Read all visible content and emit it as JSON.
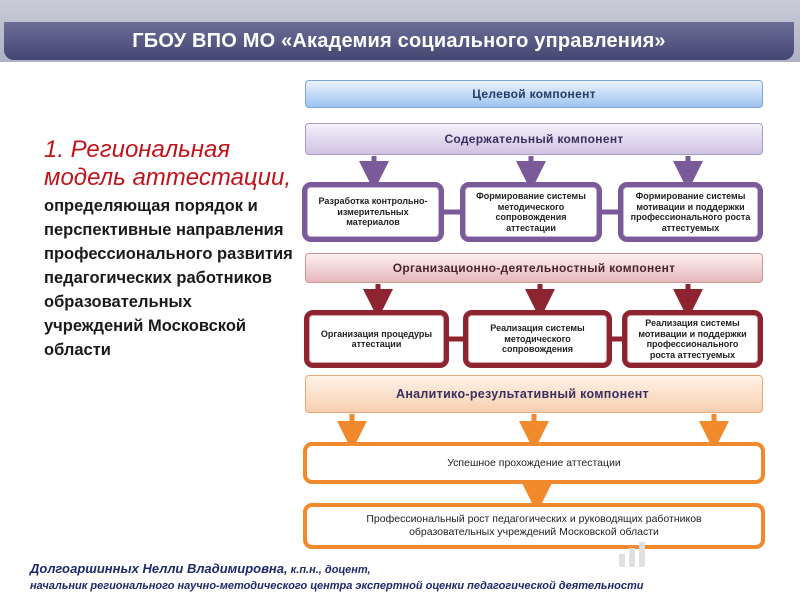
{
  "header": {
    "title": "ГБОУ ВПО МО «Академия социального управления»"
  },
  "left": {
    "model_title": "1. Региональная модель аттестации,",
    "model_desc": "определяющая порядок и перспективные направления профессионального развития педагогических работников образовательных учреждений Московской области"
  },
  "diagram": {
    "target_component": "Целевой компонент",
    "content_component": "Содержательный компонент",
    "content_boxes": [
      "Разработка контрольно-измерительных материалов",
      "Формирование системы методического сопровождения аттестации",
      "Формирование системы мотивации и поддержки профессионального роста аттестуемых"
    ],
    "org_component": "Организационно-деятельностный компонент",
    "org_boxes": [
      "Организация процедуры аттестации",
      "Реализация системы методического сопровождения",
      "Реализация системы мотивации и поддержки профессионального роста аттестуемых"
    ],
    "analytic_component": "Аналитико-результативный компонент",
    "result_1": "Успешное прохождение аттестации",
    "result_2": "Профессиональный рост педагогических и руководящих работников образовательных учреждений Московской области"
  },
  "footer": {
    "author_name": "Долгоаршинных Нелли Владимировна,",
    "author_degree": " к.п.н., доцент,",
    "author_role": "начальник регионального научно-методического центра экспертной оценки педагогической деятельности"
  },
  "colors": {
    "header": "#4a4e7a",
    "title_red": "#c0141b",
    "purple_border": "#7b5a9a",
    "red_border": "#8e2430",
    "orange": "#f08a2c"
  }
}
